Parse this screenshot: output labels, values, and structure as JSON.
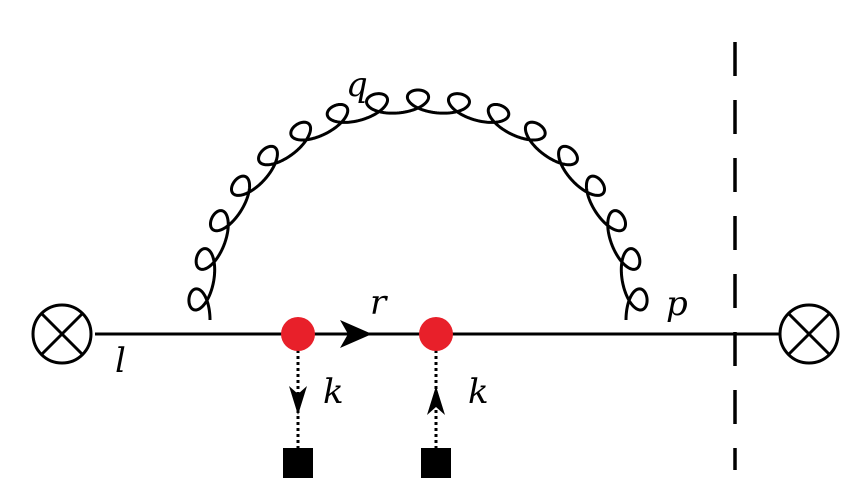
{
  "labels": {
    "gluon_momentum": "q",
    "internal_quark_momentum": "r",
    "incoming_quark_momentum": "l",
    "outgoing_quark_momentum": "p",
    "insertion_momentum_left": "k",
    "insertion_momentum_right": "k"
  },
  "colors": {
    "line": "#000000",
    "vertex": "#e8202a",
    "background": "#ffffff"
  },
  "icons": {
    "left_operator": "otimes-circle",
    "right_operator": "otimes-circle",
    "gluon": "curly-gluon-loop",
    "cut": "dashed-cut-line",
    "insertion_sources": "filled-square"
  }
}
